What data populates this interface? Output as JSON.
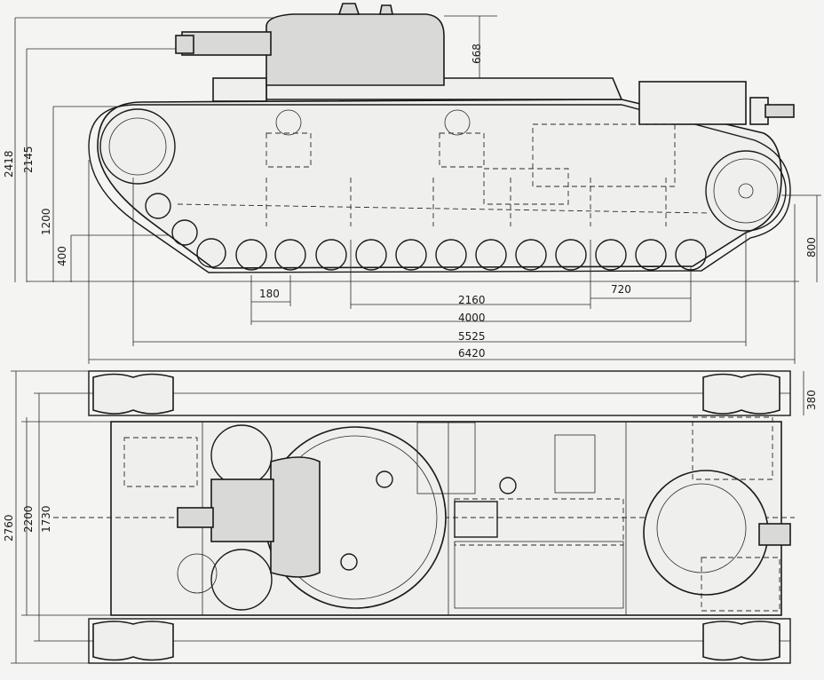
{
  "drawing": {
    "type": "technical drawing",
    "views": [
      "side-elevation",
      "plan-view"
    ]
  },
  "side_view": {
    "dimensions": {
      "total_height": "2418",
      "hull_height": "2145",
      "height_1200": "1200",
      "height_400": "400",
      "turret_height": "668",
      "idler_height": "800",
      "road_wheel_pitch": "180",
      "bogie_span": "2160",
      "wheel_spacing": "720",
      "ground_contact": "4000",
      "track_length": "5525",
      "overall_length": "6420"
    }
  },
  "plan_view": {
    "dimensions": {
      "overall_width": "2760",
      "track_centers": "2200",
      "hull_width": "1730",
      "track_width": "380"
    }
  }
}
